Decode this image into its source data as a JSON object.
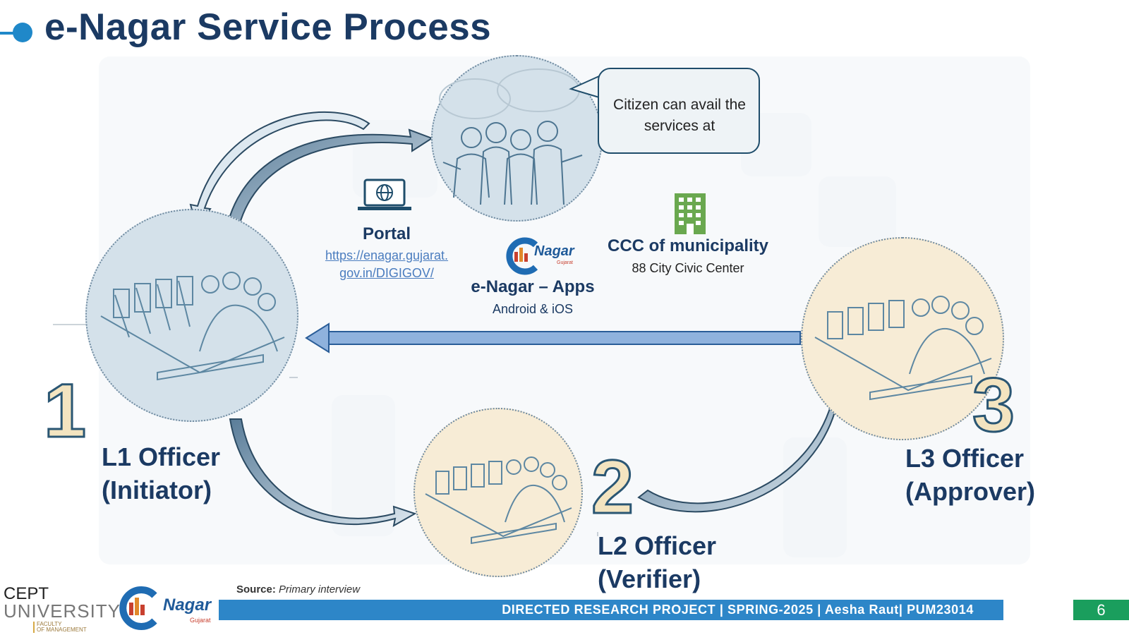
{
  "title": "e-Nagar Service Process",
  "bubble": {
    "text": "Citizen can avail the services at"
  },
  "portal": {
    "label": "Portal",
    "url_line1": "https://enagar.gujarat.",
    "url_line2": "gov.in/DIGIGOV/",
    "icon": "laptop-globe-icon"
  },
  "apps": {
    "logo_text": "Nagar",
    "logo_sub": "Gujarat",
    "label": "e-Nagar – Apps",
    "sub": "Android & iOS"
  },
  "ccc": {
    "label": "CCC of municipality",
    "sub": "88 City Civic Center",
    "icon": "building-icon"
  },
  "steps": [
    {
      "number": "1",
      "line1": "L1 Officer",
      "line2": "(Initiator)"
    },
    {
      "number": "2",
      "line1": "L2 Officer",
      "line2": "(Verifier)"
    },
    {
      "number": "3",
      "line1": "L3 Officer",
      "line2": "(Approver)"
    }
  ],
  "source": {
    "label": "Source:",
    "value": "Primary interview"
  },
  "footer": {
    "text": "DIRECTED RESEARCH PROJECT |  SPRING-2025 | Aesha Raut| PUM23014",
    "page": "6"
  },
  "cept": {
    "line1": "CEPT",
    "line2": "UNIVERSITY",
    "faculty1": "FACULTY",
    "faculty2": "OF MANAGEMENT"
  },
  "footer_logo": {
    "text": "Nagar",
    "sub": "Gujarat"
  },
  "colors": {
    "title": "#1b3a63",
    "accent_blue": "#2d86c8",
    "page_badge": "#1a9e5d",
    "circle_blue": "#d4e1ea",
    "circle_cream": "#f7ecd6",
    "building_green": "#6aa84f"
  }
}
